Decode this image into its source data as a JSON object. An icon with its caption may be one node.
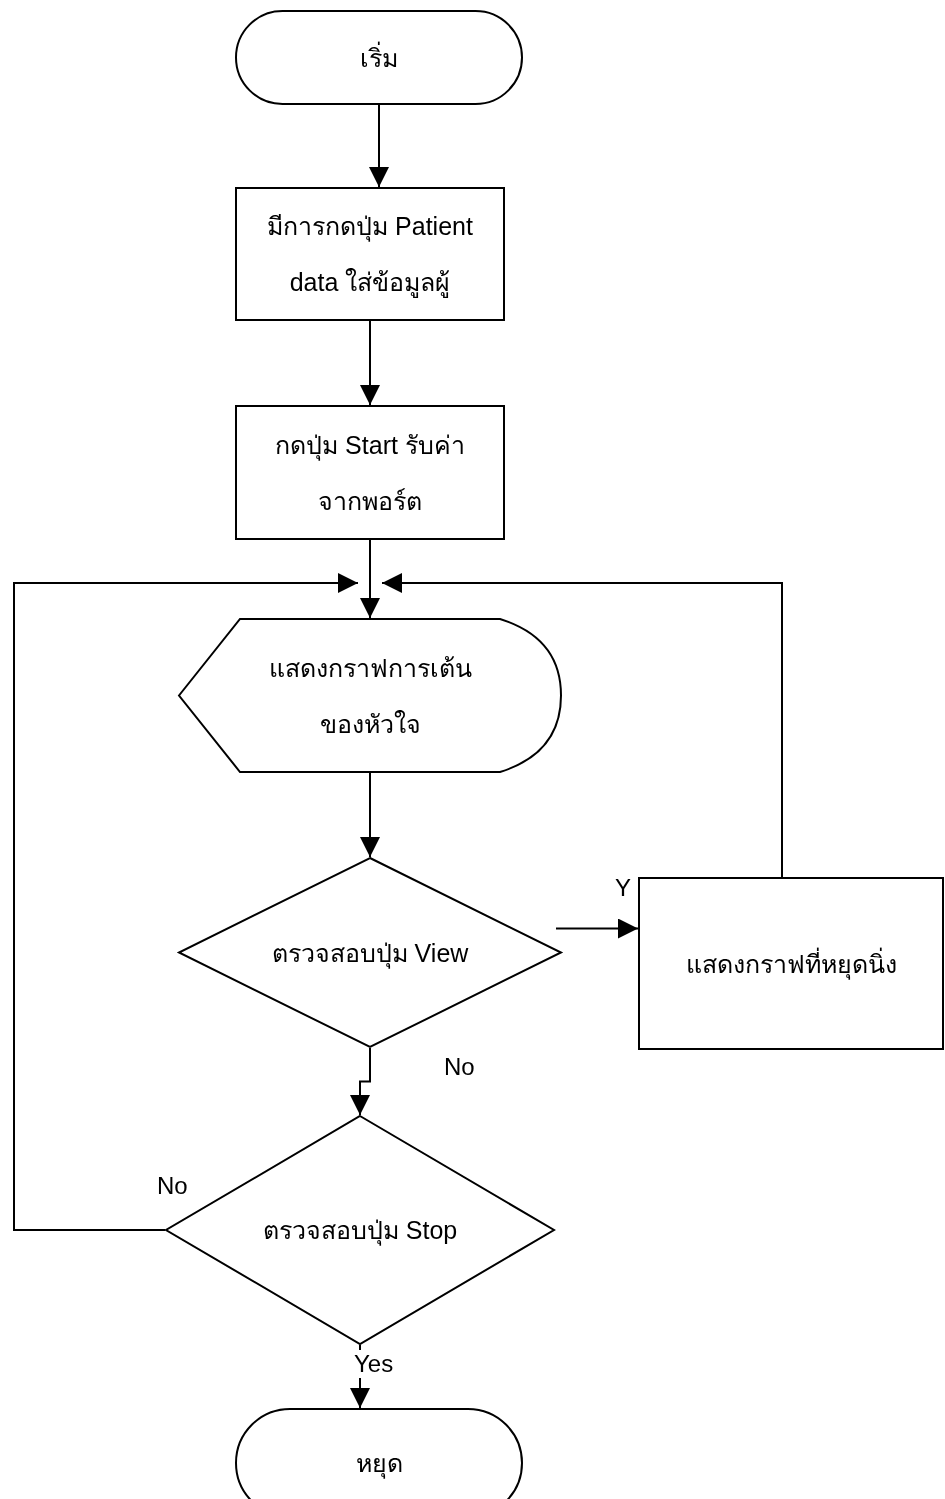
{
  "diagram": {
    "nodes": [
      {
        "text": [
          "เริ่ม"
        ]
      },
      {
        "text": [
          "มีการกดปุ่ม Patient data ใส่ข้อมูลผู้"
        ]
      },
      {
        "text": [
          "กดปุ่ม Start รับค่า จากพอร์ต"
        ]
      },
      {
        "text": [
          "แสดงกราฟการเต้น ของหัวใจ"
        ]
      },
      {
        "text": [
          "ตรวจสอบปุ่ม View"
        ]
      },
      {
        "text": [
          "แสดงกราฟที่หยุดนิ่ง"
        ]
      },
      {
        "text": [
          "ตรวจสอบปุ่ม Stop"
        ]
      },
      {
        "text": [
          "หยุด"
        ]
      }
    ],
    "edges": [
      {
        "from": 0,
        "to": 1,
        "arrow": "to"
      },
      {
        "from": 1,
        "to": 2,
        "arrow": "to"
      },
      {
        "from": 2,
        "to": 3,
        "arrow": "to"
      },
      {
        "from": 3,
        "to": 4,
        "arrow": "to"
      },
      {
        "from": 4,
        "to": 5,
        "arrow": "to",
        "label": "Y"
      },
      {
        "from": 4,
        "to": 6,
        "arrow": "to",
        "label": "No"
      },
      {
        "from": 6,
        "to": 3,
        "arrow": "to",
        "label": "No"
      },
      {
        "from": 5,
        "to": 3,
        "arrow": "to"
      },
      {
        "from": 6,
        "to": 7,
        "arrow": "to",
        "label": "Yes"
      }
    ]
  }
}
